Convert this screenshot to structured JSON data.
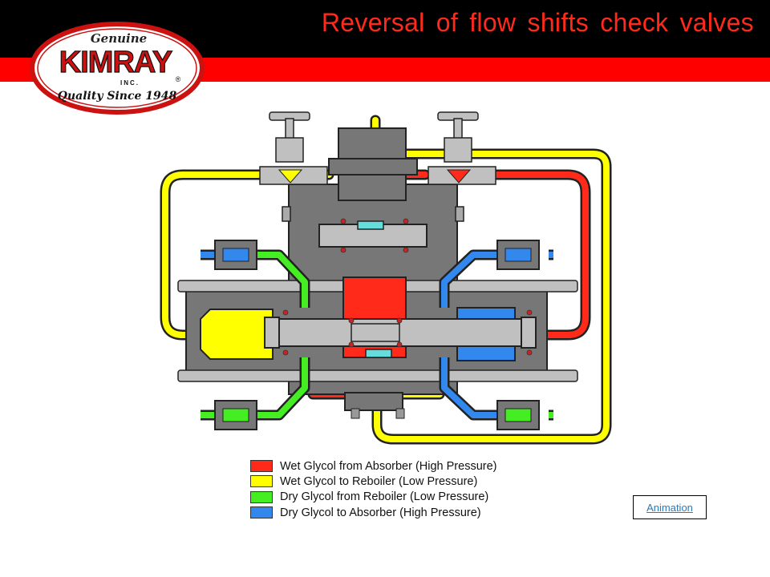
{
  "title": "Reversal of flow shifts check valves",
  "logo": {
    "top_text": "Genuine",
    "brand": "KIMRAY",
    "sub": "INC.",
    "registered": "®",
    "tagline": "Quality Since 1948"
  },
  "legend": [
    {
      "label": "Wet Glycol from Absorber (High Pressure)",
      "color": "#ff2a1a"
    },
    {
      "label": "Wet Glycol to Reboiler (Low Pressure)",
      "color": "#ffff00"
    },
    {
      "label": "Dry Glycol from Reboiler (Low Pressure)",
      "color": "#44ee22"
    },
    {
      "label": "Dry Glycol to Absorber (High Pressure)",
      "color": "#3388ee"
    }
  ],
  "animation_link": "Animation",
  "colors": {
    "header": "#000000",
    "header_stripe": "#ff0000",
    "title": "#ff2a1a",
    "body_gray": "#777777",
    "steel": "#c0c0c0"
  }
}
